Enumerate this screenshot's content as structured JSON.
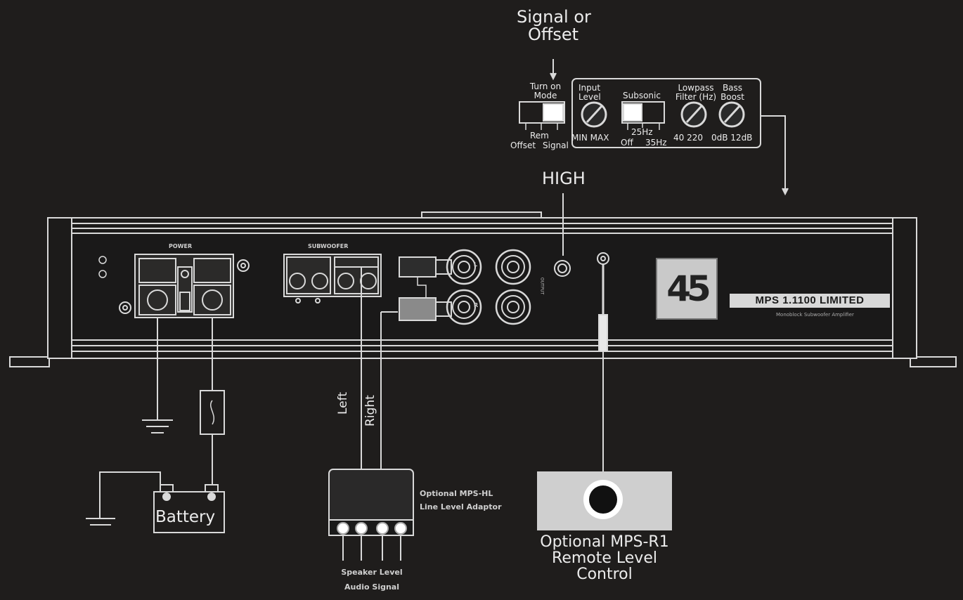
{
  "labels": {
    "signal_offset": "Signal or\nOffset",
    "turn_on_mode": "Turn on\nMode",
    "rem": "Rem",
    "offset": "Offset",
    "signal": "Signal",
    "input_level": "Input\nLevel",
    "min_max": "MIN MAX",
    "subsonic": "Subsonic",
    "hz25": "25Hz",
    "off": "Off",
    "hz35": "35Hz",
    "lowpass": "Lowpass\nFilter (Hz)",
    "lp_range": "40 220",
    "bass_boost": "Bass\nBoost",
    "bb_range": "0dB 12dB",
    "high": "HIGH",
    "power": "POWER",
    "subwoofer": "SUBWOOFER",
    "model": "MPS 1.1100 LIMITED",
    "model_sub": "Monoblock Subwoofer Amplifier",
    "logo": "45",
    "left": "Left",
    "right": "Right",
    "battery": "Battery",
    "adaptor": "Optional MPS-HL\nLine Level Adaptor",
    "speaker_level": "Speaker Level\nAudio Signal",
    "remote": "Optional MPS-R1\nRemote Level\nControl",
    "rca_l": "L",
    "rca_r": "R",
    "output": "OUTPUT"
  },
  "colors": {
    "background": "#1f1d1c",
    "line": "#d9d9d9",
    "panel": "#c9c9c9"
  }
}
